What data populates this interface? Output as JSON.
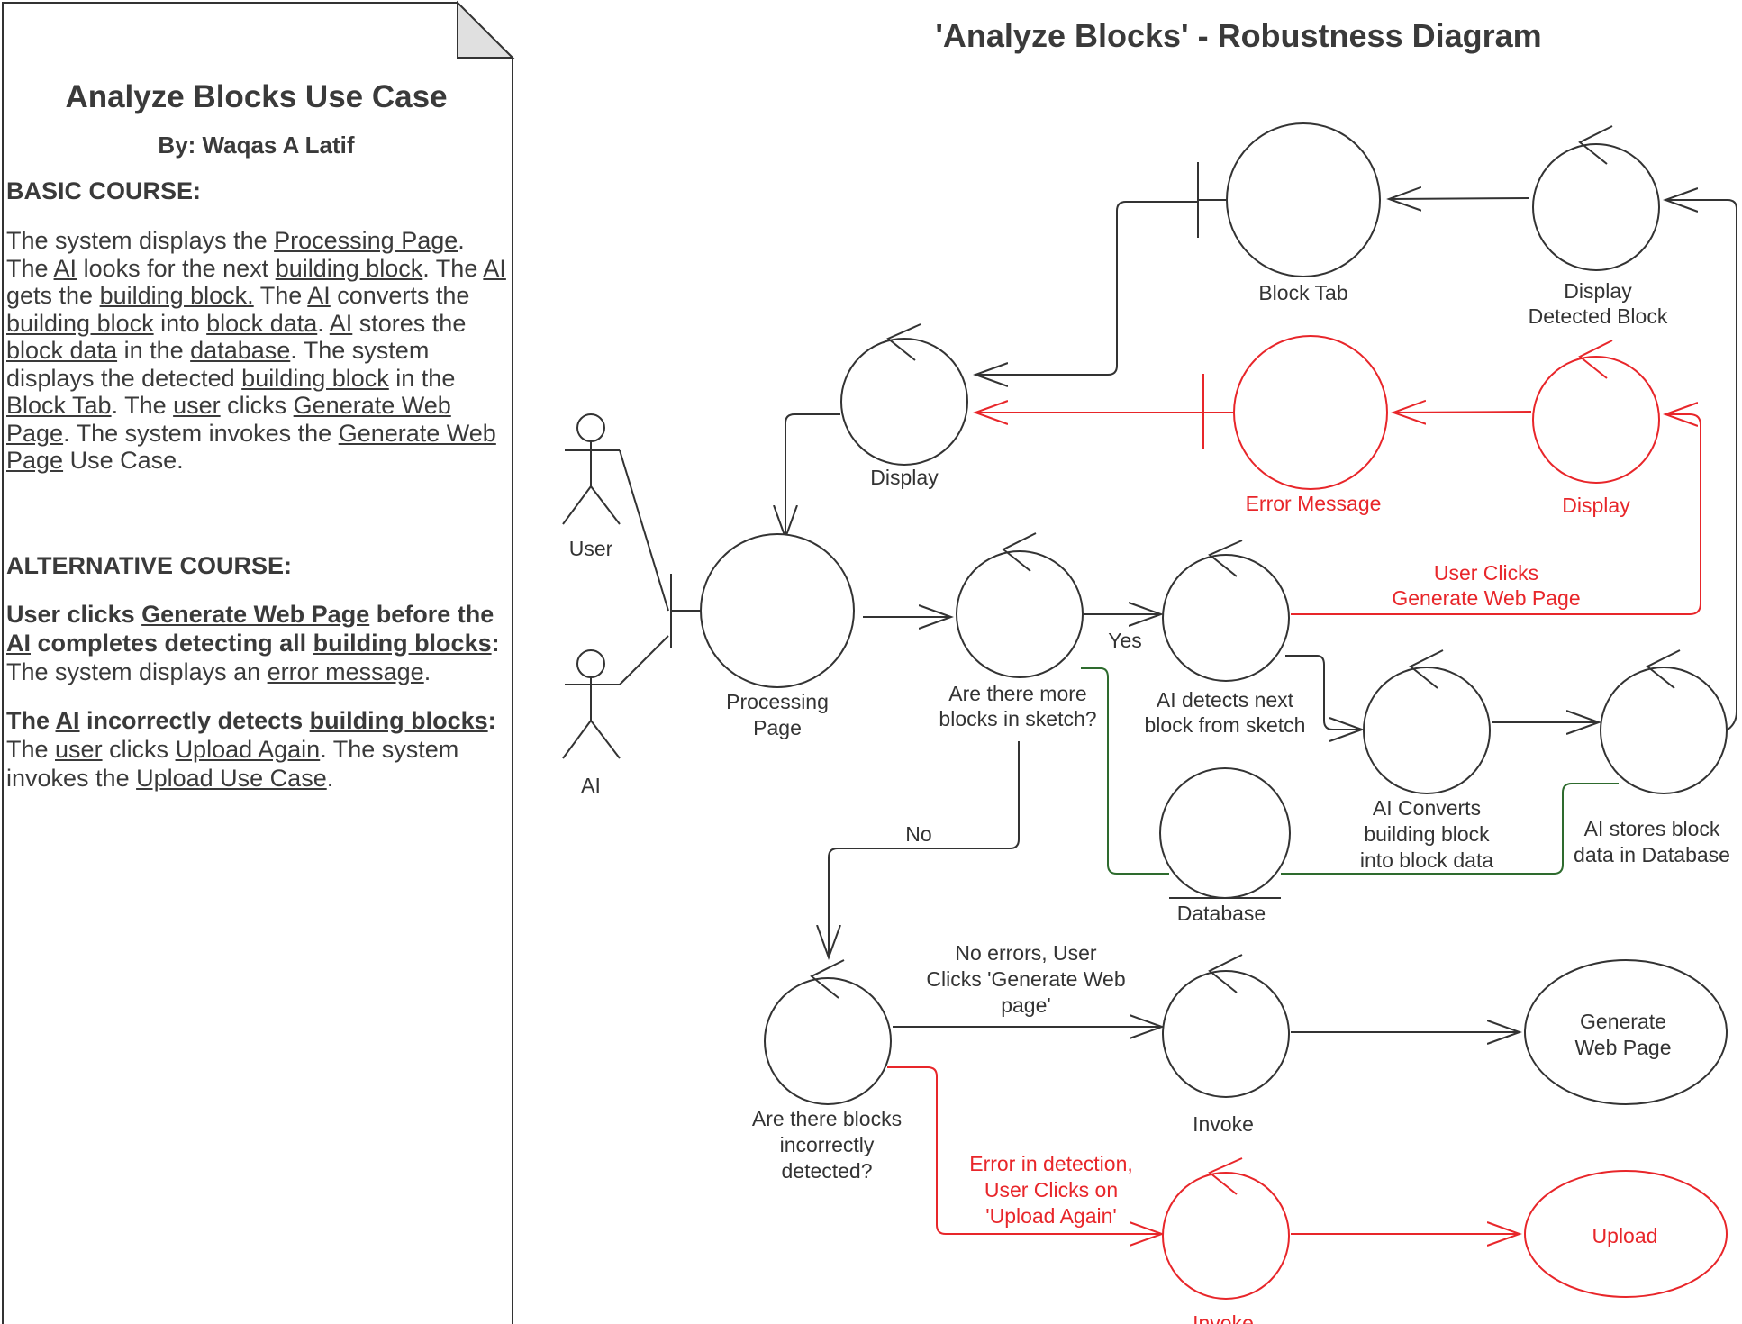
{
  "use_case_note": {
    "title": "Analyze Blocks Use Case",
    "author": "By: Waqas A Latif",
    "basic_course_heading": "BASIC COURSE:",
    "basic_course": [
      {
        "text": "The system displays the ",
        "style": "plain"
      },
      {
        "text": "Processing Page",
        "style": "link"
      },
      {
        "text": ". The ",
        "style": "plain"
      },
      {
        "text": "AI",
        "style": "link"
      },
      {
        "text": " looks for the next ",
        "style": "plain"
      },
      {
        "text": "building block",
        "style": "link"
      },
      {
        "text": ". The ",
        "style": "plain"
      },
      {
        "text": "AI",
        "style": "link"
      },
      {
        "text": " gets the ",
        "style": "plain"
      },
      {
        "text": "building block.",
        "style": "link"
      },
      {
        "text": " The ",
        "style": "plain"
      },
      {
        "text": "AI",
        "style": "link"
      },
      {
        "text": " converts the ",
        "style": "plain"
      },
      {
        "text": "building block",
        "style": "link"
      },
      {
        "text": " into ",
        "style": "plain"
      },
      {
        "text": "block data",
        "style": "link"
      },
      {
        "text": ". ",
        "style": "plain"
      },
      {
        "text": "AI",
        "style": "link"
      },
      {
        "text": " stores the ",
        "style": "plain"
      },
      {
        "text": "block data",
        "style": "link"
      },
      {
        "text": " in the ",
        "style": "plain"
      },
      {
        "text": "database",
        "style": "link"
      },
      {
        "text": ". The system displays the detected ",
        "style": "plain"
      },
      {
        "text": "building block",
        "style": "link"
      },
      {
        "text": " in the ",
        "style": "plain"
      },
      {
        "text": "Block Tab",
        "style": "link"
      },
      {
        "text": ". The ",
        "style": "plain"
      },
      {
        "text": "user",
        "style": "link"
      },
      {
        "text": " clicks ",
        "style": "plain"
      },
      {
        "text": "Generate Web Page",
        "style": "link"
      },
      {
        "text": ". The system invokes the ",
        "style": "plain"
      },
      {
        "text": "Generate Web Page",
        "style": "link"
      },
      {
        "text": " Use Case.",
        "style": "plain"
      }
    ],
    "alternative_course_heading": "ALTERNATIVE COURSE:",
    "alternative_course": [
      [
        {
          "text": "User clicks ",
          "style": "bold"
        },
        {
          "text": "Generate Web Page",
          "style": "bold-link"
        },
        {
          "text": " before the ",
          "style": "bold"
        },
        {
          "text": "AI",
          "style": "bold-link"
        },
        {
          "text": " completes detecting all ",
          "style": "bold"
        },
        {
          "text": "building blocks",
          "style": "bold-link"
        },
        {
          "text": ":",
          "style": "bold"
        },
        {
          "text": " The system displays an ",
          "style": "plain"
        },
        {
          "text": "error message",
          "style": "link"
        },
        {
          "text": ".",
          "style": "plain"
        }
      ],
      [
        {
          "text": "The ",
          "style": "bold"
        },
        {
          "text": "AI",
          "style": "bold-link"
        },
        {
          "text": " incorrectly detects ",
          "style": "bold"
        },
        {
          "text": "building blocks",
          "style": "bold-link"
        },
        {
          "text": ":",
          "style": "bold"
        },
        {
          "text": " The ",
          "style": "plain"
        },
        {
          "text": "user",
          "style": "link"
        },
        {
          "text": " clicks ",
          "style": "plain"
        },
        {
          "text": "Upload Again",
          "style": "link"
        },
        {
          "text": ". The system invokes the ",
          "style": "plain"
        },
        {
          "text": "Upload Use Case",
          "style": "link"
        },
        {
          "text": ".",
          "style": "plain"
        }
      ]
    ]
  },
  "diagram": {
    "title": "'Analyze Blocks' - Robustness Diagram",
    "colors": {
      "normal": "#333333",
      "error": "#e8262a",
      "data": "#2e6b2e"
    },
    "actors": {
      "user": "User",
      "ai": "AI"
    },
    "nodes": {
      "processing_page": [
        "Processing",
        "Page"
      ],
      "display_top": [
        "Display"
      ],
      "block_tab": [
        "Block Tab"
      ],
      "display_detected_block": [
        "Display",
        "Detected Block"
      ],
      "error_message": [
        "Error Message"
      ],
      "display_error": [
        "Display"
      ],
      "more_blocks_decision": [
        "Are there more",
        "blocks in sketch?"
      ],
      "ai_detects_next": [
        "AI detects next",
        "block from sketch"
      ],
      "ai_converts": [
        "AI Converts",
        "building block",
        "into block data"
      ],
      "ai_stores": [
        "AI stores block",
        "data in Database"
      ],
      "database": [
        "Database"
      ],
      "incorrect_decision": [
        "Are there blocks",
        "incorrectly",
        "detected?"
      ],
      "invoke_generate": [
        "Invoke"
      ],
      "generate_web_page": [
        "Generate",
        "Web Page"
      ],
      "invoke_upload": [
        "Invoke"
      ],
      "upload": [
        "Upload"
      ]
    },
    "edge_labels": {
      "yes": [
        "Yes"
      ],
      "no": [
        "No"
      ],
      "user_clicks_generate": [
        "User Clicks",
        "Generate Web Page"
      ],
      "no_errors": [
        "No errors, User",
        "Clicks 'Generate Web",
        "page'"
      ],
      "error_in_detection": [
        "Error in detection,",
        "User Clicks on",
        "'Upload Again'"
      ]
    }
  }
}
